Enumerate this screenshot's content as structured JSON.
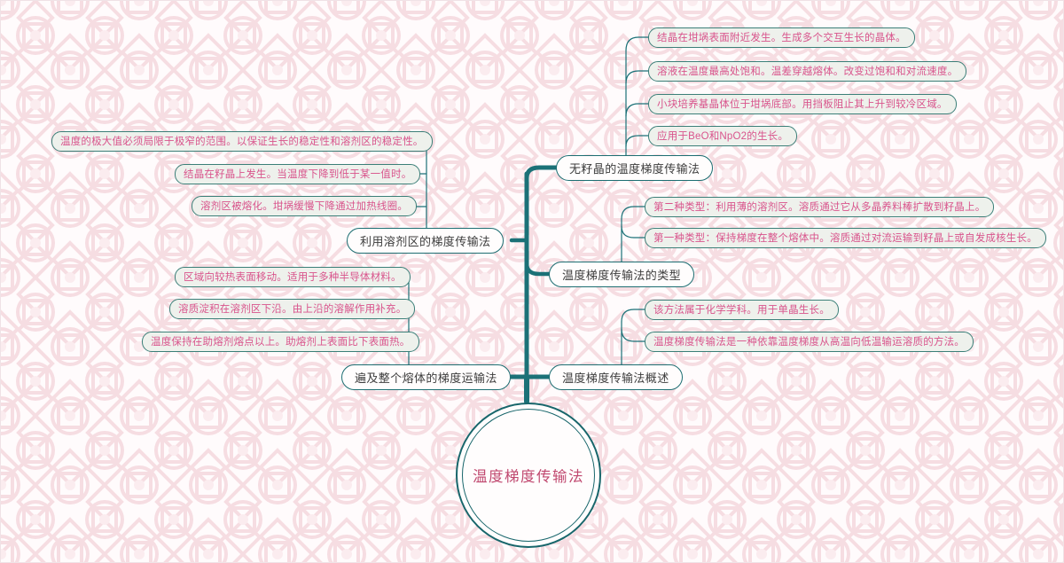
{
  "diagram": {
    "type": "mind-map",
    "title": "温度梯度传输法",
    "colors": {
      "trunk": "#1b7177",
      "leaf_border": "#3b7f78",
      "leaf_fill": "#eef1ec",
      "leaf_text": "#d9548c",
      "branch_border": "#1d6e72",
      "branch_text": "#3c3c3c",
      "root_border": "#18666b",
      "root_text": "#c0486f",
      "background": "#fffafb",
      "pattern": "#f7dde3"
    },
    "root": {
      "label": "温度梯度传输法"
    },
    "branches": [
      {
        "id": "no-seed",
        "label": "无籽晶的温度梯度传输法",
        "side": "right",
        "leaves": [
          {
            "label": "结晶在坩埚表面附近发生。生成多个交互生长的晶体。"
          },
          {
            "label": "溶液在温度最高处饱和。温差穿越熔体。改变过饱和和对流速度。"
          },
          {
            "label": "小块培养基晶体位于坩埚底部。用挡板阻止其上升到较冷区域。"
          },
          {
            "label": "应用于BeO和NpO2的生长。"
          }
        ]
      },
      {
        "id": "types",
        "label": "温度梯度传输法的类型",
        "side": "right",
        "leaves": [
          {
            "label": "第二种类型：利用薄的溶剂区。溶质通过它从多晶养料棒扩散到籽晶上。"
          },
          {
            "label": "第一种类型：保持梯度在整个熔体中。溶质通过对流运输到籽晶上或自发成核生长。"
          }
        ]
      },
      {
        "id": "overview",
        "label": "温度梯度传输法概述",
        "side": "right",
        "leaves": [
          {
            "label": "该方法属于化学学科。用于单晶生长。"
          },
          {
            "label": "温度梯度传输法是一种依靠温度梯度从高温向低温输运溶质的方法。"
          }
        ]
      },
      {
        "id": "solvent-zone",
        "label": "利用溶剂区的梯度传输法",
        "side": "left",
        "leaves": [
          {
            "label": "温度的极大值必须局限于极窄的范围。以保证生长的稳定性和溶剂区的稳定性。"
          },
          {
            "label": "结晶在籽晶上发生。当温度下降到低于某一值时。"
          },
          {
            "label": "溶剂区被熔化。坩埚缓慢下降通过加热线圈。"
          }
        ]
      },
      {
        "id": "whole-melt",
        "label": "遍及整个熔体的梯度运输法",
        "side": "left",
        "leaves": [
          {
            "label": "区域向较热表面移动。适用于多种半导体材料。"
          },
          {
            "label": "溶质淀积在溶剂区下沿。由上沿的溶解作用补充。"
          },
          {
            "label": "温度保持在助熔剂熔点以上。助熔剂上表面比下表面热。"
          }
        ]
      }
    ]
  }
}
